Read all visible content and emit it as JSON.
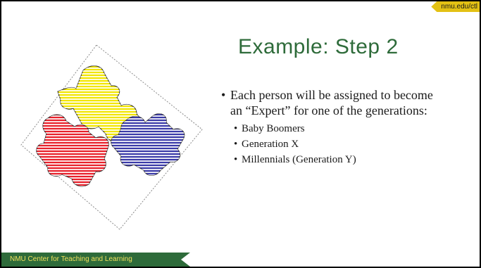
{
  "slide": {
    "url_tab": "nmu.edu/ctl",
    "title": "Example: Step 2",
    "bullet_main": "Each person will be assigned to become an “Expert” for one of the generations:",
    "sub_bullets": [
      {
        "label": "Baby Boomers"
      },
      {
        "label": "Generation X"
      },
      {
        "label": "Millennials (Generation Y)"
      }
    ],
    "footer": "NMU Center for Teaching and Learning"
  },
  "illustration": {
    "name": "jigsaw-puzzle-pieces",
    "pieces": [
      {
        "name": "yellow-piece",
        "color": "#f2e600"
      },
      {
        "name": "red-piece",
        "color": "#e8202b"
      },
      {
        "name": "blue-piece",
        "color": "#3a3aa8"
      }
    ]
  }
}
